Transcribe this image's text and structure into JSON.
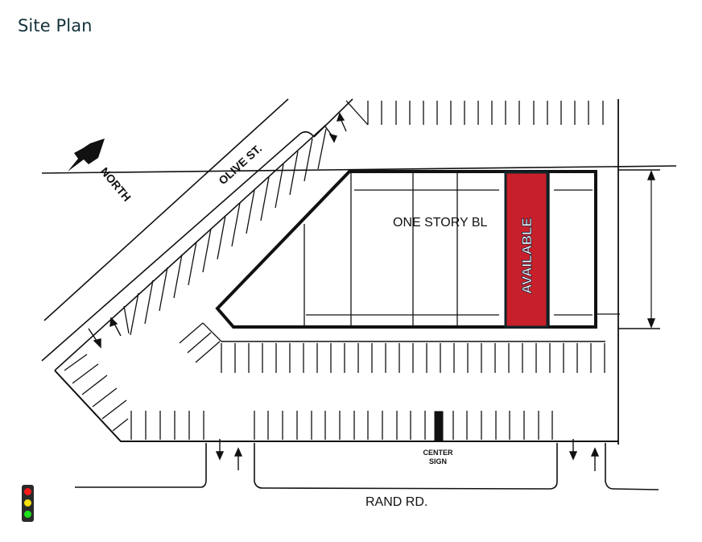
{
  "header": {
    "title": "Site Plan"
  },
  "map": {
    "compass_label": "NORTH",
    "streets": {
      "diagonal": "OLIVE ST.",
      "bottom": "RAND RD."
    },
    "building_label": "ONE STORY BL",
    "available_unit": {
      "label": "AVAILABLE",
      "color": "#c8202a",
      "border_color": "#10242a"
    },
    "sign_label_line1": "CENTER",
    "sign_label_line2": "SIGN"
  },
  "legend": {
    "icon": "traffic-light-icon",
    "colors": [
      "#ff1a1a",
      "#f5e10a",
      "#1de11d"
    ]
  }
}
